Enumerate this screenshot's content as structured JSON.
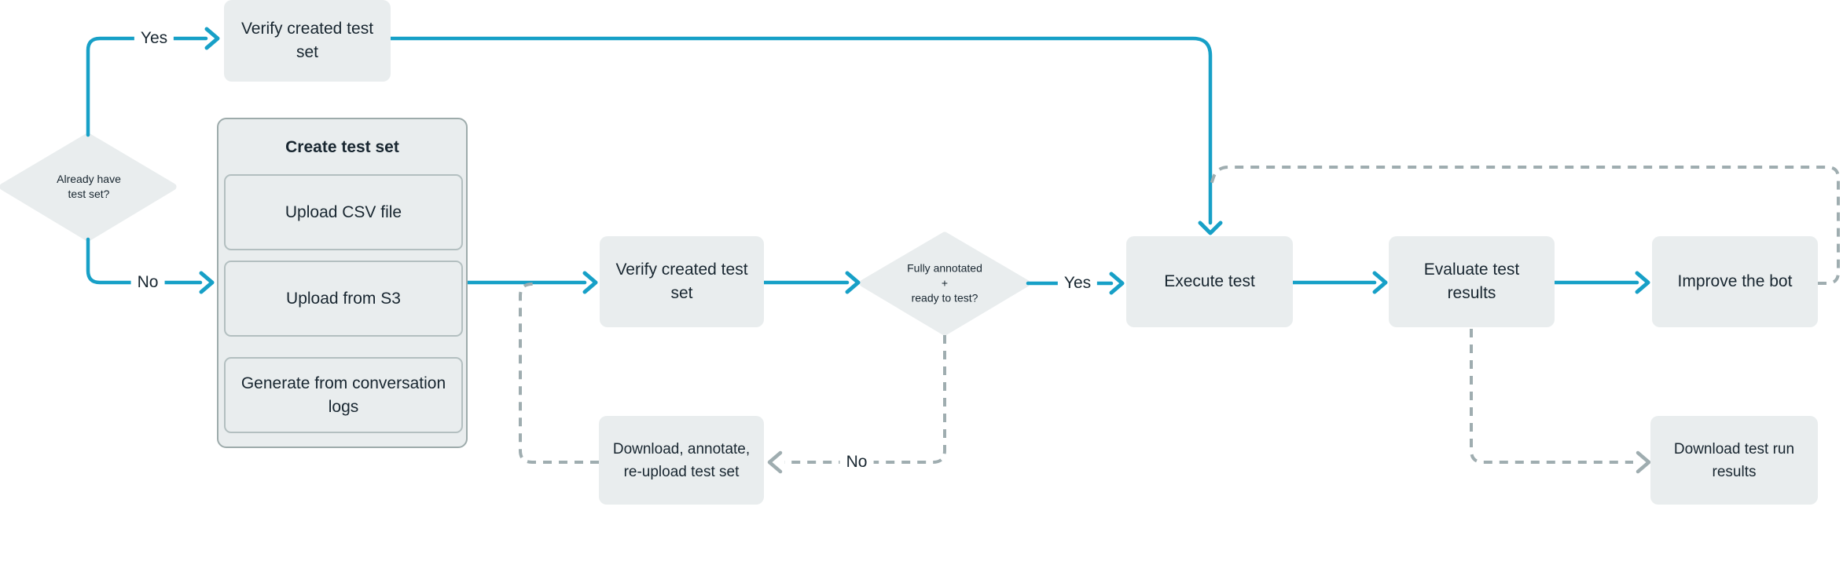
{
  "colors": {
    "accent": "#17a0c7",
    "dashed": "#9fadb0",
    "node_fill": "#e9edee",
    "text": "#182630",
    "group_border": "#9dabab",
    "option_border": "#b3bfc0",
    "canvas_bg": "#ffffff"
  },
  "flowchart": {
    "decisions": {
      "already_have": "Already have\ntest set?",
      "ready_to_test": "Fully annotated\n+\nready to test?"
    },
    "edge_labels": {
      "already_yes": "Yes",
      "already_no": "No",
      "ready_yes": "Yes",
      "ready_no": "No"
    },
    "nodes": {
      "verify_top": "Verify created test\nset",
      "verify_mid": "Verify created test\nset",
      "execute": "Execute test",
      "evaluate": "Evaluate test\nresults",
      "improve": "Improve the bot",
      "download_annotate": "Download, annotate,\nre-upload test set",
      "download_results": "Download test run\nresults"
    },
    "group": {
      "title": "Create test set",
      "options": [
        "Upload CSV file",
        "Upload from S3",
        "Generate from conversation\nlogs"
      ]
    }
  }
}
